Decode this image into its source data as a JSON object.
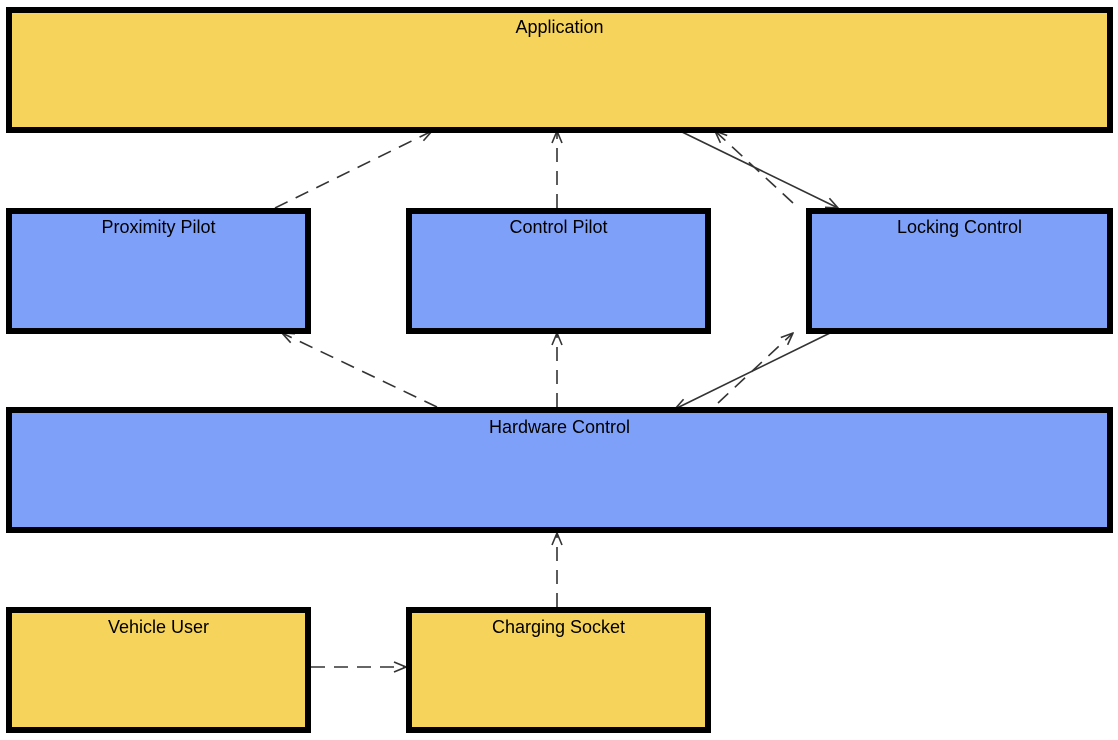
{
  "colors": {
    "yellow": "#F6D35B",
    "blue": "#7FA0F9",
    "border": "#000000",
    "edge": "#333333"
  },
  "nodes": {
    "application": {
      "label": "Application",
      "fill": "yellow"
    },
    "proximity_pilot": {
      "label": "Proximity Pilot",
      "fill": "blue"
    },
    "control_pilot": {
      "label": "Control Pilot",
      "fill": "blue"
    },
    "locking_control": {
      "label": "Locking Control",
      "fill": "blue"
    },
    "hardware_control": {
      "label": "Hardware Control",
      "fill": "blue"
    },
    "vehicle_user": {
      "label": "Vehicle User",
      "fill": "yellow"
    },
    "charging_socket": {
      "label": "Charging Socket",
      "fill": "yellow"
    }
  },
  "edges": [
    {
      "from": "proximity_pilot",
      "to": "application",
      "style": "dashed"
    },
    {
      "from": "control_pilot",
      "to": "application",
      "style": "dashed"
    },
    {
      "from": "application",
      "to": "locking_control",
      "style": "solid"
    },
    {
      "from": "locking_control",
      "to": "application",
      "style": "dashed"
    },
    {
      "from": "hardware_control",
      "to": "proximity_pilot",
      "style": "dashed"
    },
    {
      "from": "hardware_control",
      "to": "control_pilot",
      "style": "dashed"
    },
    {
      "from": "locking_control",
      "to": "hardware_control",
      "style": "solid"
    },
    {
      "from": "hardware_control",
      "to": "locking_control",
      "style": "dashed"
    },
    {
      "from": "charging_socket",
      "to": "hardware_control",
      "style": "dashed"
    },
    {
      "from": "vehicle_user",
      "to": "charging_socket",
      "style": "dashed"
    }
  ]
}
